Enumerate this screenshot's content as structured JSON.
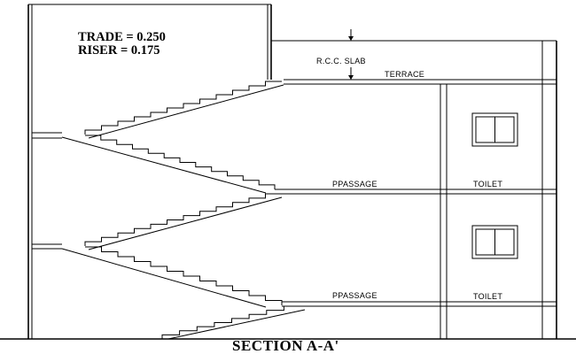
{
  "notes": {
    "trade": "TRADE = 0.250",
    "riser": "RISER   = 0.175"
  },
  "labels": {
    "slab": "R.C.C. SLAB",
    "terrace": "TERRACE",
    "passage_upper": "PPASSAGE",
    "toilet_upper": "TOILET",
    "passage_lower": "PPASSAGE",
    "toilet_lower": "TOILET"
  },
  "title": "SECTION A-A'"
}
